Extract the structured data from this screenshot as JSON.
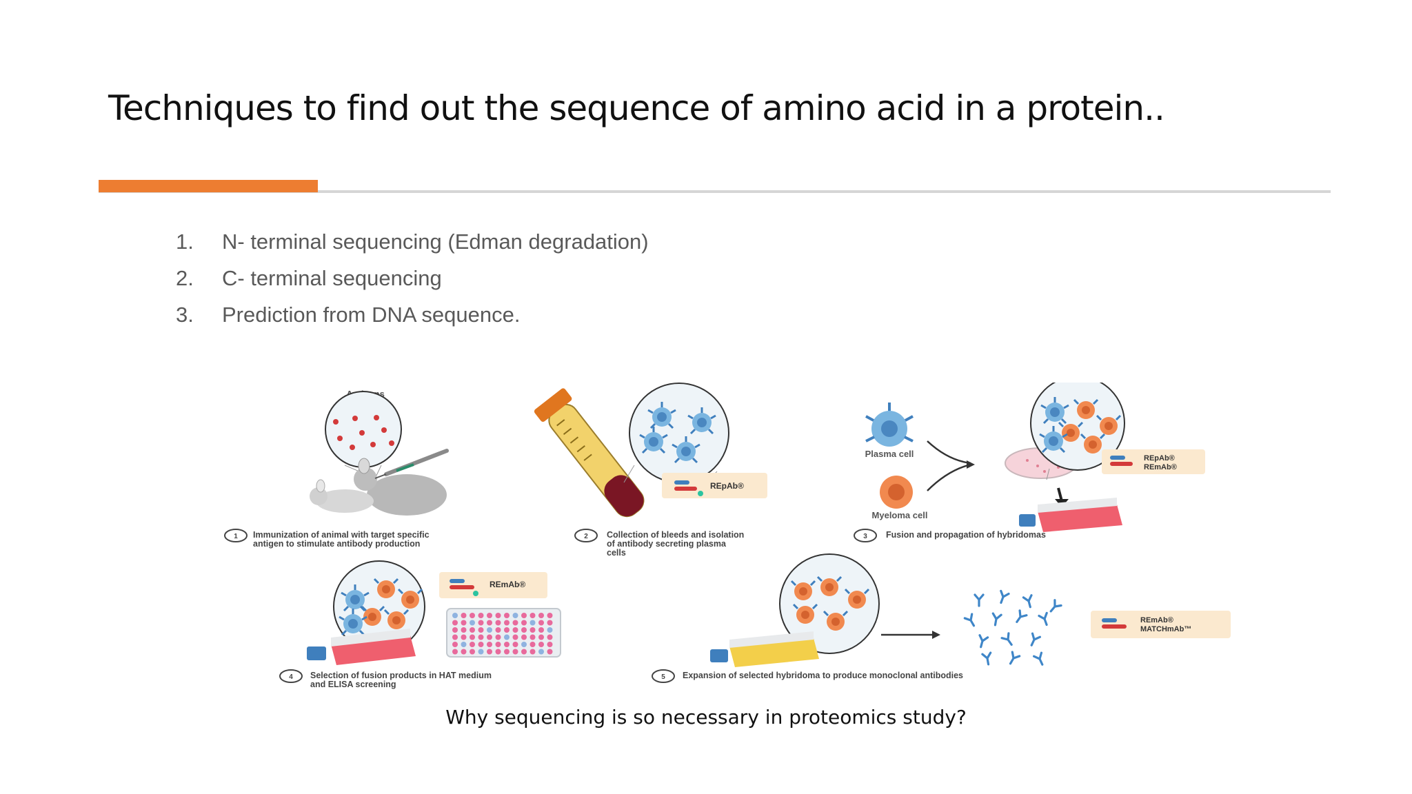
{
  "slide": {
    "title": "Techniques to find out the sequence of amino acid in a protein..",
    "accent_color": "#ed7d31",
    "items": [
      {
        "num": "1.",
        "text": "N- terminal sequencing (Edman degradation)"
      },
      {
        "num": "2.",
        "text": "C- terminal sequencing"
      },
      {
        "num": "3.",
        "text": "Prediction from DNA sequence."
      }
    ],
    "caption": "Why sequencing is so necessary in proteomics study?"
  },
  "diagram": {
    "antigens_label": "Antigens",
    "plasma_cell_label": "Plasma cell",
    "myeloma_cell_label": "Myeloma cell",
    "badge_repab": "REpAb®",
    "badge_repab_remab_1": "REpAb®",
    "badge_repab_remab_2": "REmAb®",
    "badge_remab": "REmAb®",
    "badge_final_1": "REmAb®",
    "badge_final_2": "MATCHmAb™",
    "steps": [
      {
        "num": "1",
        "line1": "Immunization of animal with target specific",
        "line2": "antigen to stimulate antibody production",
        "line3": ""
      },
      {
        "num": "2",
        "line1": "Collection of bleeds and isolation",
        "line2": "of  antibody secreting plasma",
        "line3": "cells"
      },
      {
        "num": "3",
        "line1": "Fusion and propagation of hybridomas",
        "line2": "",
        "line3": ""
      },
      {
        "num": "4",
        "line1": "Selection of fusion products in HAT medium",
        "line2": "and ELISA screening",
        "line3": ""
      },
      {
        "num": "5",
        "line1": "Expansion of selected hybridoma to produce monoclonal antibodies",
        "line2": "",
        "line3": ""
      }
    ]
  }
}
